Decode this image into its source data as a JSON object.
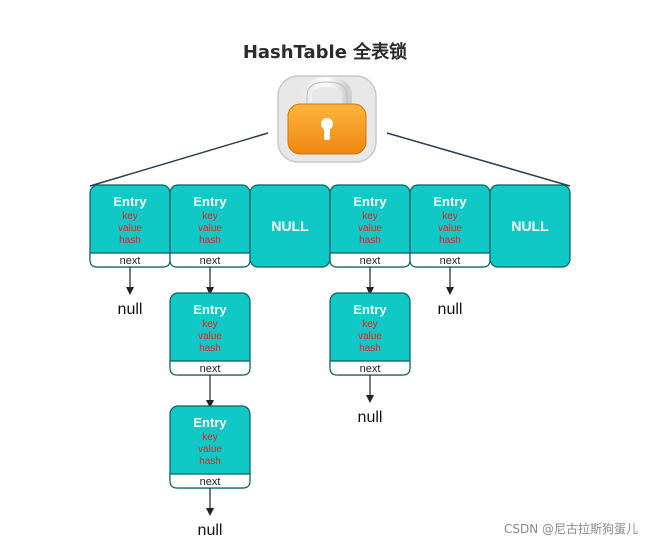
{
  "title": "HashTable 全表锁",
  "watermark": "CSDN @尼古拉斯狗蛋儿",
  "entry": {
    "title": "Entry",
    "key": "key",
    "value": "value",
    "hash": "hash",
    "next": "next"
  },
  "null_box_label": "NULL",
  "null_text": "null",
  "table": [
    {
      "type": "entry",
      "chain": [
        "null"
      ]
    },
    {
      "type": "entry",
      "chain": [
        "entry",
        "entry",
        "null"
      ]
    },
    {
      "type": "null"
    },
    {
      "type": "entry",
      "chain": [
        "entry",
        "null"
      ]
    },
    {
      "type": "entry",
      "chain": [
        "null"
      ]
    },
    {
      "type": "null"
    }
  ],
  "colors": {
    "teal": "#10c8c6",
    "teal_border": "#0b5f60",
    "field_red": "#e8241b",
    "lock_orange": "#f29a1d",
    "lock_frame": "#d9d9d9"
  }
}
